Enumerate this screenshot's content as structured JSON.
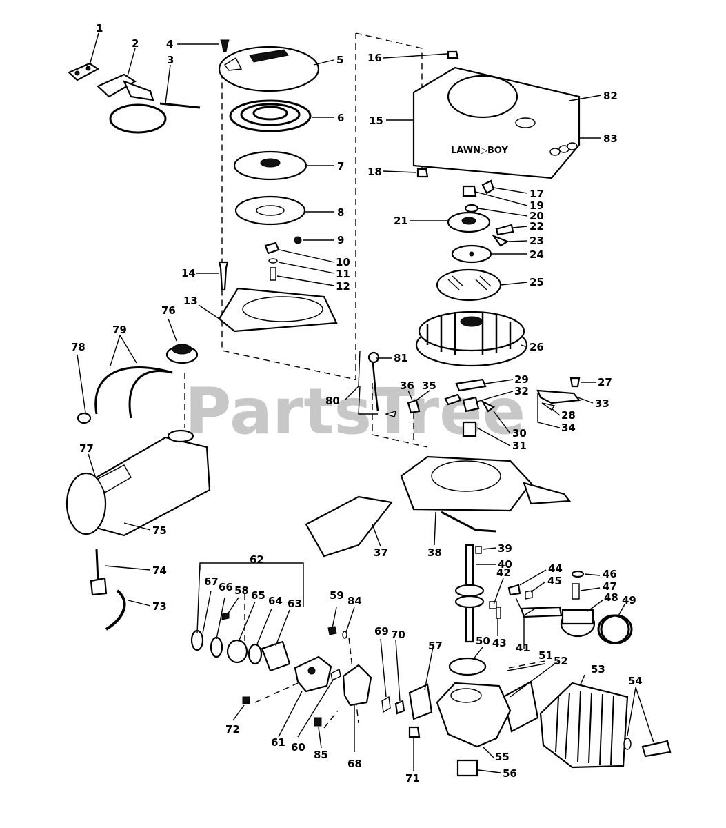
{
  "diagram": {
    "watermark": "PartsTree",
    "logo": "LAWN▷BOY",
    "colors": {
      "ink": "#000000",
      "paper": "#ffffff",
      "watermark": "#9a9a9a"
    },
    "labels": {
      "1": "1",
      "2": "2",
      "3": "3",
      "4": "4",
      "5": "5",
      "6": "6",
      "7": "7",
      "8": "8",
      "9": "9",
      "10": "10",
      "11": "11",
      "12": "12",
      "13": "13",
      "14": "14",
      "15": "15",
      "16": "16",
      "17": "17",
      "18": "18",
      "19": "19",
      "20": "20",
      "21": "21",
      "22": "22",
      "23": "23",
      "24": "24",
      "25": "25",
      "26": "26",
      "27": "27",
      "28": "28",
      "29": "29",
      "30": "30",
      "31": "31",
      "32": "32",
      "33": "33",
      "34": "34",
      "35": "35",
      "36": "36",
      "37": "37",
      "38": "38",
      "39": "39",
      "40": "40",
      "41": "41",
      "42": "42",
      "43": "43",
      "44": "44",
      "45": "45",
      "46": "46",
      "47": "47",
      "48": "48",
      "49": "49",
      "50": "50",
      "51": "51",
      "52": "52",
      "53": "53",
      "54": "54",
      "55": "55",
      "56": "56",
      "57": "57",
      "58": "58",
      "59": "59",
      "60": "60",
      "61": "61",
      "62": "62",
      "63": "63",
      "64": "64",
      "65": "65",
      "66": "66",
      "67": "67",
      "68": "68",
      "69": "69",
      "70": "70",
      "71": "71",
      "72": "72",
      "73": "73",
      "74": "74",
      "75": "75",
      "76": "76",
      "77": "77",
      "78": "78",
      "79": "79",
      "80": "80",
      "81": "81",
      "82": "82",
      "83": "83",
      "84": "84",
      "85": "85"
    }
  }
}
